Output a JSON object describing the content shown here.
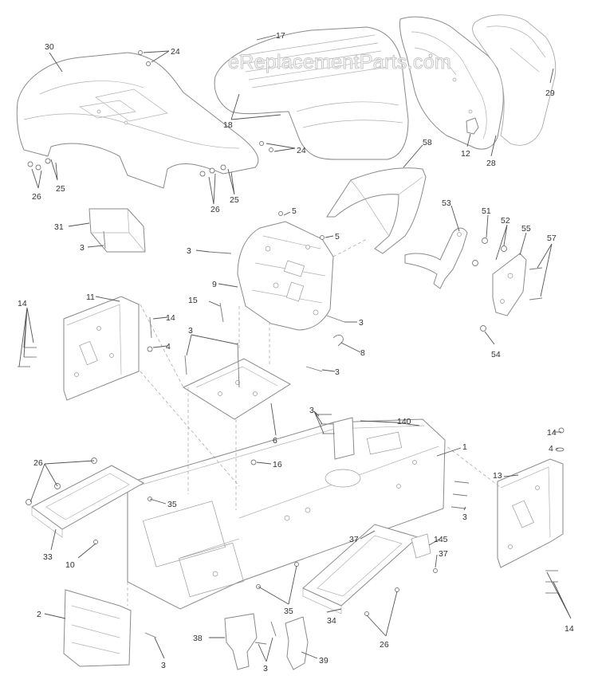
{
  "watermark": "eReplacementParts.com",
  "callouts": [
    {
      "id": "c-30",
      "text": "30"
    },
    {
      "id": "c-24a",
      "text": "24"
    },
    {
      "id": "c-17",
      "text": "17"
    },
    {
      "id": "c-18",
      "text": "18"
    },
    {
      "id": "c-24b",
      "text": "24"
    },
    {
      "id": "c-29",
      "text": "29"
    },
    {
      "id": "c-12",
      "text": "12"
    },
    {
      "id": "c-28",
      "text": "28"
    },
    {
      "id": "c-26a",
      "text": "26"
    },
    {
      "id": "c-25a",
      "text": "25"
    },
    {
      "id": "c-26b",
      "text": "26"
    },
    {
      "id": "c-25b",
      "text": "25"
    },
    {
      "id": "c-58",
      "text": "58"
    },
    {
      "id": "c-5a",
      "text": "5"
    },
    {
      "id": "c-5b",
      "text": "5"
    },
    {
      "id": "c-31",
      "text": "31"
    },
    {
      "id": "c-3a",
      "text": "3"
    },
    {
      "id": "c-3b",
      "text": "3"
    },
    {
      "id": "c-53",
      "text": "53"
    },
    {
      "id": "c-51",
      "text": "51"
    },
    {
      "id": "c-52",
      "text": "52"
    },
    {
      "id": "c-55",
      "text": "55"
    },
    {
      "id": "c-57",
      "text": "57"
    },
    {
      "id": "c-9",
      "text": "9"
    },
    {
      "id": "c-14a",
      "text": "14"
    },
    {
      "id": "c-11",
      "text": "11"
    },
    {
      "id": "c-15",
      "text": "15"
    },
    {
      "id": "c-14b",
      "text": "14"
    },
    {
      "id": "c-3c",
      "text": "3"
    },
    {
      "id": "c-4a",
      "text": "4"
    },
    {
      "id": "c-3d",
      "text": "3"
    },
    {
      "id": "c-8",
      "text": "8"
    },
    {
      "id": "c-3e",
      "text": "3"
    },
    {
      "id": "c-54",
      "text": "54"
    },
    {
      "id": "c-3f",
      "text": "3"
    },
    {
      "id": "c-140",
      "text": "140"
    },
    {
      "id": "c-6",
      "text": "6"
    },
    {
      "id": "c-1",
      "text": "1"
    },
    {
      "id": "c-14c",
      "text": "14"
    },
    {
      "id": "c-4b",
      "text": "4"
    },
    {
      "id": "c-26c",
      "text": "26"
    },
    {
      "id": "c-16",
      "text": "16"
    },
    {
      "id": "c-13",
      "text": "13"
    },
    {
      "id": "c-35a",
      "text": "35"
    },
    {
      "id": "c-3g",
      "text": "3"
    },
    {
      "id": "c-37a",
      "text": "37"
    },
    {
      "id": "c-145",
      "text": "145"
    },
    {
      "id": "c-33",
      "text": "33"
    },
    {
      "id": "c-10",
      "text": "10"
    },
    {
      "id": "c-37b",
      "text": "37"
    },
    {
      "id": "c-2",
      "text": "2"
    },
    {
      "id": "c-35b",
      "text": "35"
    },
    {
      "id": "c-34",
      "text": "34"
    },
    {
      "id": "c-26d",
      "text": "26"
    },
    {
      "id": "c-14d",
      "text": "14"
    },
    {
      "id": "c-38",
      "text": "38"
    },
    {
      "id": "c-3h",
      "text": "3"
    },
    {
      "id": "c-3i",
      "text": "3"
    },
    {
      "id": "c-39",
      "text": "39"
    }
  ]
}
